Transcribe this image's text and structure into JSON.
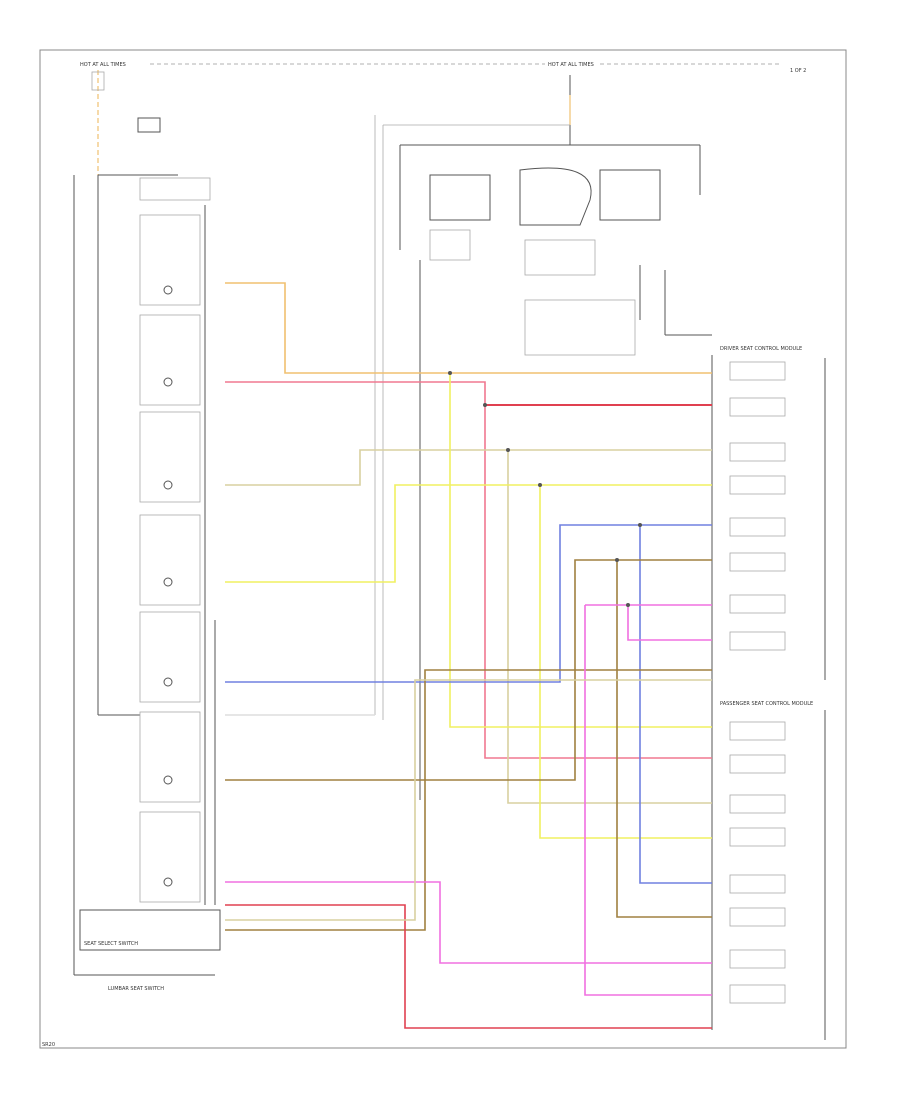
{
  "colors": {
    "orange": "#f0c070",
    "pink": "#f07890",
    "red": "#e04050",
    "tan": "#d8d0a0",
    "yellow": "#f0f060",
    "blue": "#7080e0",
    "brown": "#a08040",
    "magenta": "#f070e0",
    "frame": "#888888",
    "black": "#555555"
  },
  "labels": {
    "top_left_power": "HOT AT ALL TIMES",
    "top_right_power": "HOT AT ALL TIMES",
    "top_right_corner": "1 OF 2",
    "lumbar_switch": "LUMBAR SEAT SWITCH",
    "seat_select": "SEAT SELECT SWITCH",
    "driver_seat_module": "DRIVER SEAT CONTROL MODULE",
    "passenger_seat_module": "PASSENGER SEAT CONTROL MODULE",
    "page_code": "SR20"
  }
}
